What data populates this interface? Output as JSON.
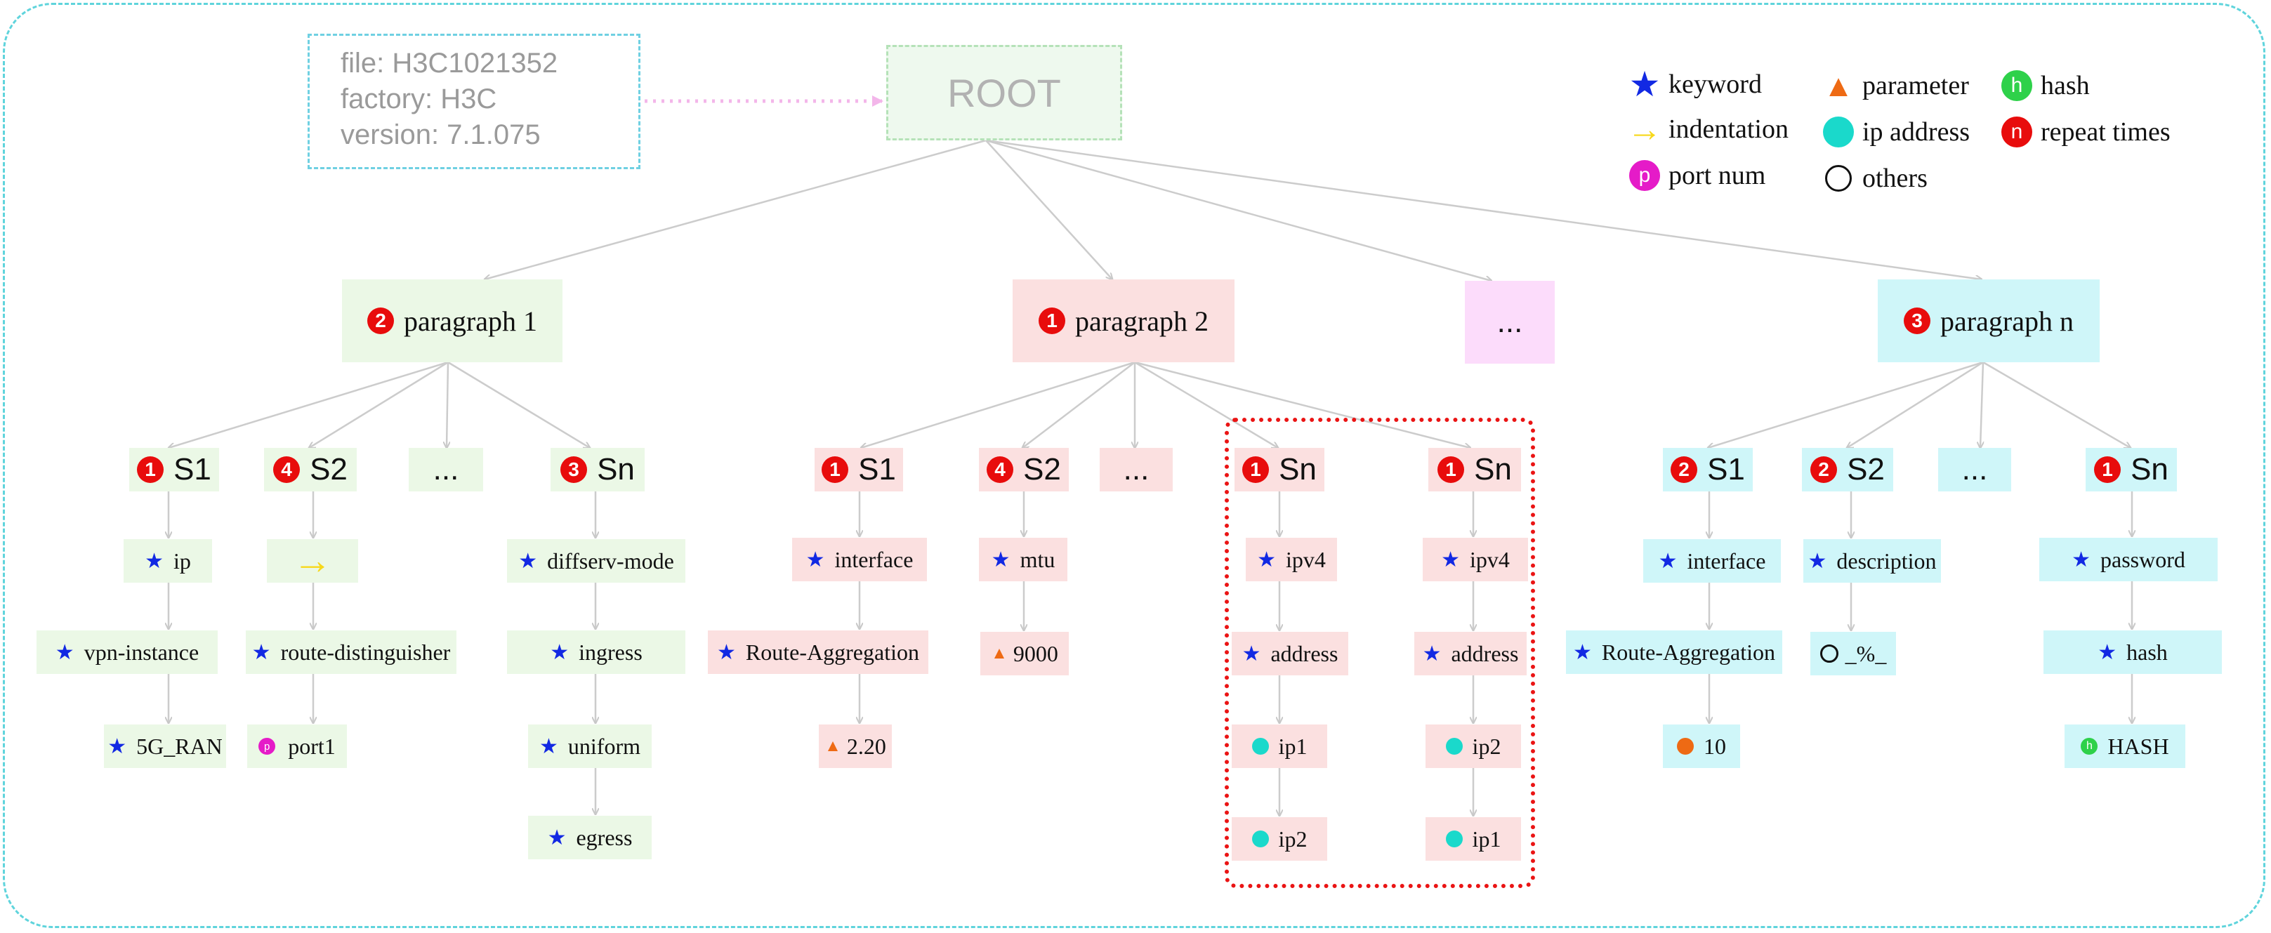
{
  "file_box": {
    "file": "file: H3C1021352",
    "factory": "factory: H3C",
    "version": "version: 7.1.075"
  },
  "root": "ROOT",
  "legend": {
    "keyword": "keyword",
    "indentation": "indentation",
    "port_num": "port num",
    "parameter": "parameter",
    "ip_address": "ip address",
    "others": "others",
    "hash": "hash",
    "repeat_times": "repeat times",
    "hash_glyph": "h",
    "repeat_glyph": "n",
    "port_glyph": "p"
  },
  "paragraphs": {
    "p1": {
      "badge": "2",
      "label": "paragraph 1"
    },
    "p2": {
      "badge": "1",
      "label": "paragraph 2"
    },
    "mid": {
      "label": "..."
    },
    "pn": {
      "badge": "3",
      "label": "paragraph n"
    }
  },
  "statements": {
    "p1_s1": {
      "badge": "1",
      "label": "S1"
    },
    "p1_s2": {
      "badge": "4",
      "label": "S2"
    },
    "p1_dots": {
      "label": "..."
    },
    "p1_sn": {
      "badge": "3",
      "label": "Sn"
    },
    "p2_s1": {
      "badge": "1",
      "label": "S1"
    },
    "p2_s2": {
      "badge": "4",
      "label": "S2"
    },
    "p2_dots": {
      "label": "..."
    },
    "p2_sn_a": {
      "badge": "1",
      "label": "Sn"
    },
    "p2_sn_b": {
      "badge": "1",
      "label": "Sn"
    },
    "pn_s1": {
      "badge": "2",
      "label": "S1"
    },
    "pn_s2": {
      "badge": "2",
      "label": "S2"
    },
    "pn_dots": {
      "label": "..."
    },
    "pn_sn": {
      "badge": "1",
      "label": "Sn"
    }
  },
  "tokens": {
    "p1_s1": [
      "ip",
      "vpn-instance",
      "5G_RAN"
    ],
    "p1_s2": [
      "",
      "route-distinguisher",
      "port1"
    ],
    "p1_sn": [
      "diffserv-mode",
      "ingress",
      "uniform",
      "egress"
    ],
    "p2_s1": [
      "interface",
      "Route-Aggregation",
      "2.20"
    ],
    "p2_s2": [
      "mtu",
      "9000"
    ],
    "p2_sn_a": [
      "ipv4",
      "address",
      "ip1",
      "ip2"
    ],
    "p2_sn_b": [
      "ipv4",
      "address",
      "ip2",
      "ip1"
    ],
    "pn_s1": [
      "interface",
      "Route-Aggregation",
      "10"
    ],
    "pn_s2": [
      "description",
      "_%_"
    ],
    "pn_sn": [
      "password",
      "hash",
      "HASH"
    ]
  },
  "colors": {
    "keyword": "#1229e3",
    "indentation": "#f7d81a",
    "port": "#e51bc8",
    "parameter": "#ee6a14",
    "ip": "#1ad9cb",
    "hash": "#2ed14a",
    "repeat": "#e80c0c",
    "edge": "#cccccc",
    "root_link": "#f3b6ea",
    "frame": "#5fd4dc"
  }
}
